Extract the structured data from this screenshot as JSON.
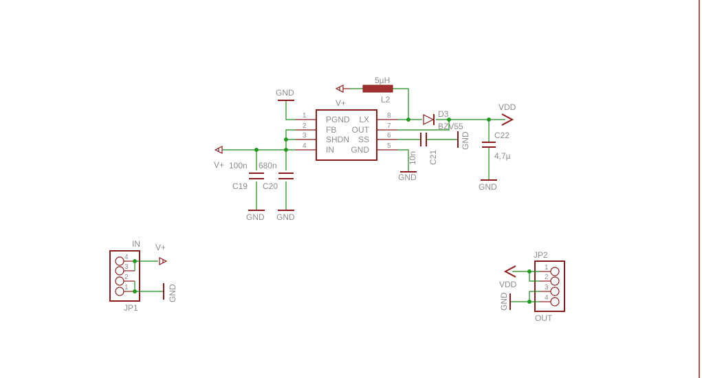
{
  "schematic": {
    "ic": {
      "top_label": "V+",
      "left_pins": [
        {
          "num": "1",
          "name": "PGND"
        },
        {
          "num": "2",
          "name": "FB"
        },
        {
          "num": "3",
          "name": "SHDN"
        },
        {
          "num": "4",
          "name": "IN"
        }
      ],
      "right_pins": [
        {
          "num": "8",
          "name": "LX"
        },
        {
          "num": "7",
          "name": "OUT"
        },
        {
          "num": "6",
          "name": "SS"
        },
        {
          "num": "5",
          "name": "GND"
        }
      ]
    },
    "inductor": {
      "value": "5µH",
      "name": "L2"
    },
    "diode": {
      "name": "D3",
      "value": "BZV55"
    },
    "c22": {
      "name": "C22",
      "value": "4,7µ"
    },
    "c21": {
      "name": "C21",
      "value": "10n"
    },
    "c19": {
      "name": "C19",
      "value": "100n"
    },
    "c20": {
      "name": "C20",
      "value": "680n"
    },
    "supplies": {
      "vplus": "V+",
      "vdd": "VDD",
      "gnd": "GND"
    },
    "jp1": {
      "name": "JP1",
      "label": "IN",
      "pins": [
        "4",
        "3",
        "2",
        "1"
      ]
    },
    "jp2": {
      "name": "JP2",
      "label": "OUT",
      "pins": [
        "1",
        "2",
        "3",
        "4"
      ]
    }
  }
}
